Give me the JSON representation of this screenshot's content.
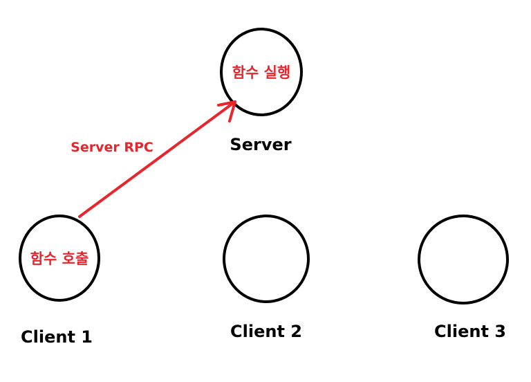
{
  "colors": {
    "node_stroke": "#000000",
    "accent": "#e8242c",
    "background": "#ffffff"
  },
  "server": {
    "label": "Server",
    "inner_text": "함수 실행"
  },
  "clients": [
    {
      "label": "Client 1",
      "inner_text": "함수 호출"
    },
    {
      "label": "Client 2",
      "inner_text": ""
    },
    {
      "label": "Client 3",
      "inner_text": ""
    }
  ],
  "rpc_arrow": {
    "label": "Server RPC",
    "from": "Client 1",
    "to": "Server"
  }
}
